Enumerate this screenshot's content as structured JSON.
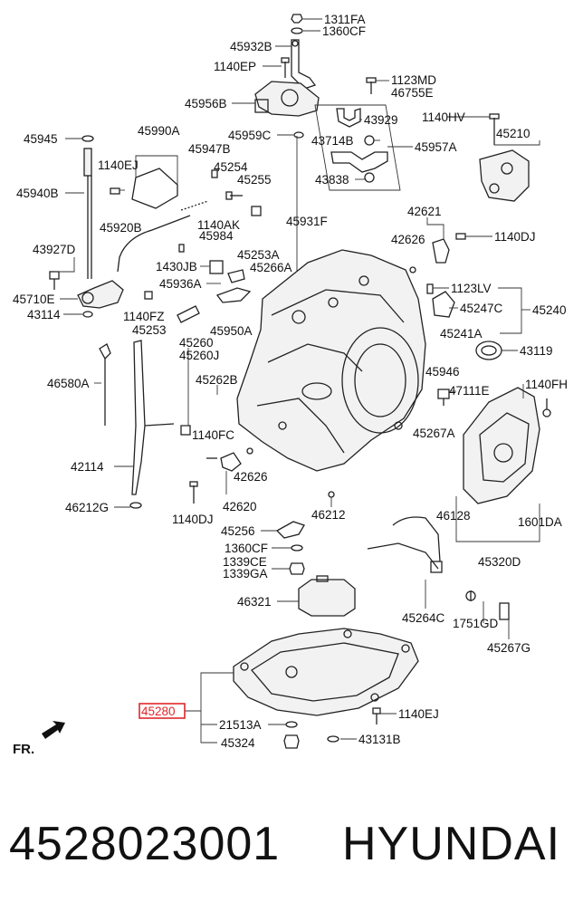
{
  "diagram": {
    "highlight_color": "#e0262b",
    "highlighted_label": "45280",
    "orientation_marker": "FR.",
    "labels": [
      "1311FA",
      "1360CF",
      "45932B",
      "1140EP",
      "1123MD",
      "46755E",
      "45956B",
      "43929",
      "1140HV",
      "45945",
      "45990A",
      "45959C",
      "43714B",
      "45957A",
      "45210",
      "1140EJ",
      "45947B",
      "45254",
      "43838",
      "45940B",
      "45255",
      "42621",
      "45920B",
      "1140AK",
      "45931F",
      "42626",
      "1140DJ",
      "43927D",
      "45984",
      "45253A",
      "1430JB",
      "45266A",
      "1123LV",
      "45710E",
      "45936A",
      "45247C",
      "45240",
      "43114",
      "1140FZ",
      "45253",
      "45950A",
      "45241A",
      "45260",
      "43119",
      "45260J",
      "46580A",
      "45262B",
      "45946",
      "1140FH",
      "47111E",
      "42114",
      "1140FC",
      "42626",
      "45267A",
      "46212G",
      "42620",
      "1140DJ",
      "46212",
      "46128",
      "1601DA",
      "45256",
      "1360CF",
      "45320D",
      "1339CE",
      "1339GA",
      "46321",
      "45264C",
      "1751GD",
      "45267G",
      "45280",
      "21513A",
      "1140EJ",
      "45324",
      "43131B"
    ]
  },
  "footer": {
    "part_number": "4528023001",
    "brand": "HYUNDAI"
  }
}
